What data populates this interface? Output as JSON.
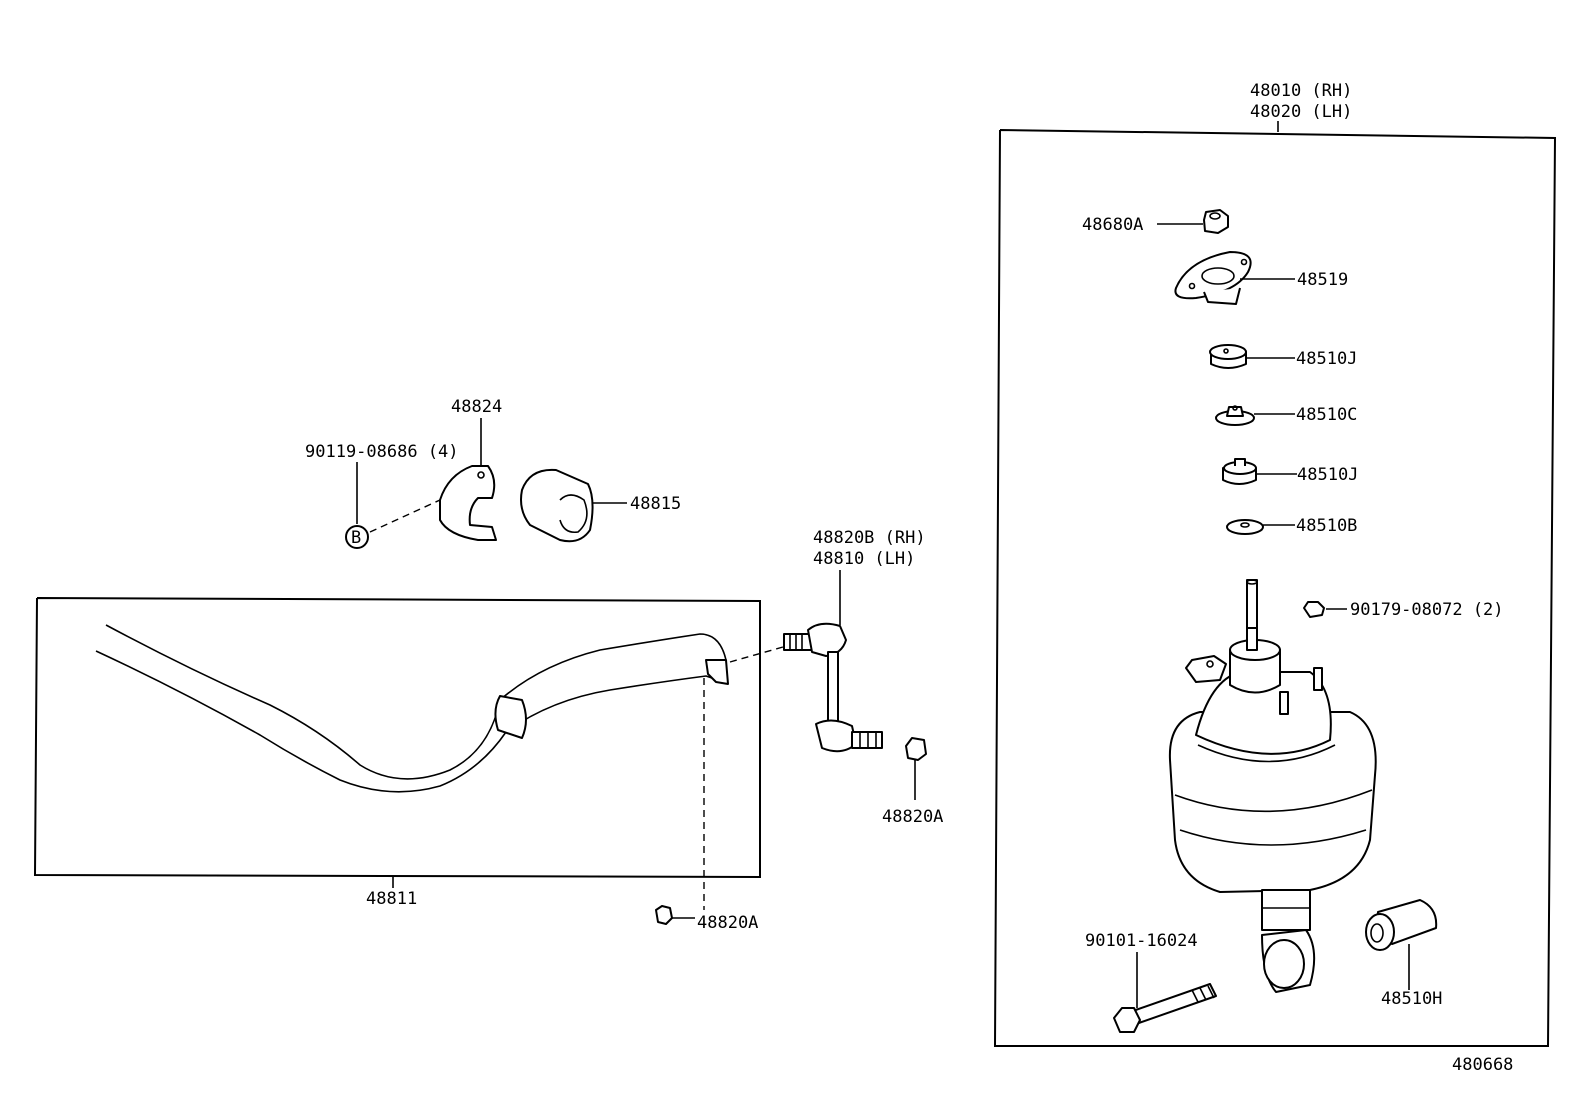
{
  "labels": {
    "strut_rh": "48010   (RH)",
    "strut_lh": "48020 (LH)",
    "nut_top": "48680A",
    "support": "48519",
    "cushion_upper": "48510J",
    "retainer_c": "48510C",
    "cushion_lower": "48510J",
    "retainer_b": "48510B",
    "nut_small": "90179-08072 (2)",
    "bolt": "90101-16024",
    "bushing_lower": "48510H",
    "bracket": "48824",
    "bolt_b": "90119-08686 (4)",
    "bracket_mark": "B",
    "stab_bushing": "48815",
    "link_rh": "48820B (RH)",
    "link_lh": "48810 (LH)",
    "link_nut": "48820A",
    "stab_bar": "48811",
    "stab_nut": "48820A",
    "diagram_id": "480668"
  }
}
